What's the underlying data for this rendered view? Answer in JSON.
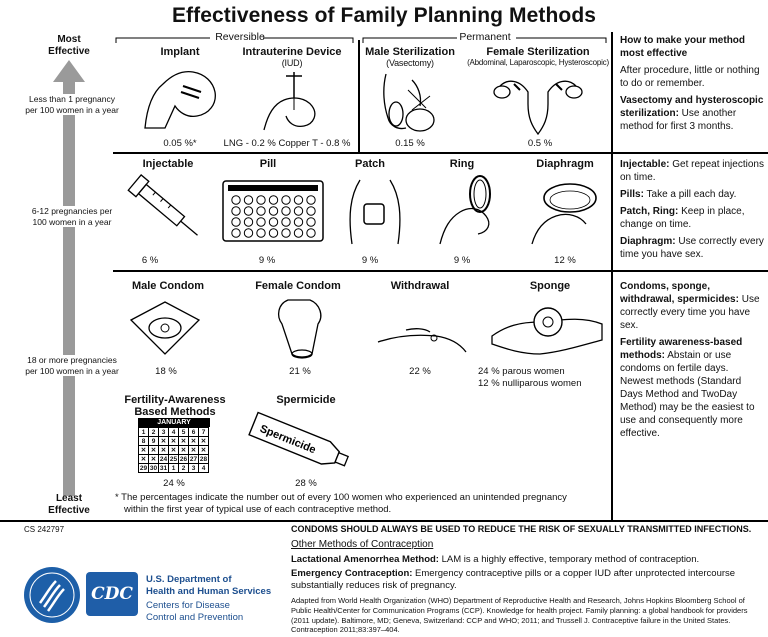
{
  "title": "Effectiveness of Family Planning Methods",
  "axis": {
    "top": [
      "Most",
      "Effective"
    ],
    "bottom": [
      "Least",
      "Effective"
    ],
    "tier1": [
      "Less than 1 pregnancy",
      "per 100 women in a year"
    ],
    "tier2": [
      "6-12 pregnancies per",
      "100 women in a year"
    ],
    "tier3": [
      "18 or more pregnancies",
      "per 100 women in a year"
    ]
  },
  "groups": {
    "reversible": "Reversible",
    "permanent": "Permanent"
  },
  "row1": {
    "implant": {
      "name": "Implant",
      "pct": "0.05 %*"
    },
    "iud": {
      "name": "Intrauterine Device",
      "sub": "(IUD)",
      "pct": "LNG - 0.2 %  Copper T - 0.8 %"
    },
    "male_ster": {
      "name": "Male Sterilization",
      "sub": "(Vasectomy)",
      "pct": "0.15 %"
    },
    "female_ster": {
      "name": "Female Sterilization",
      "sub": "(Abdominal, Laparoscopic, Hysteroscopic)",
      "pct": "0.5 %"
    }
  },
  "row2": {
    "injectable": {
      "name": "Injectable",
      "pct": "6 %"
    },
    "pill": {
      "name": "Pill",
      "pct": "9 %"
    },
    "patch": {
      "name": "Patch",
      "pct": "9 %"
    },
    "ring": {
      "name": "Ring",
      "pct": "9 %"
    },
    "diaphragm": {
      "name": "Diaphragm",
      "pct": "12 %"
    }
  },
  "row3": {
    "male_condom": {
      "name": "Male Condom",
      "pct": "18 %"
    },
    "female_condom": {
      "name": "Female Condom",
      "pct": "21 %"
    },
    "withdrawal": {
      "name": "Withdrawal",
      "pct": "22 %"
    },
    "sponge": {
      "name": "Sponge",
      "pct1": "24 % parous women",
      "pct2": "12 % nulliparous women"
    },
    "fam": {
      "name1": "Fertility-Awareness",
      "name2": "Based Methods",
      "pct": "24 %",
      "calendar_month": "JANUARY"
    },
    "spermicide": {
      "name": "Spermicide",
      "pct": "28 %",
      "tube_label": "Spermicide"
    }
  },
  "footnote": [
    "* The percentages indicate the number out of every 100 women who experienced an unintended pregnancy",
    "within the first year of typical use of each contraceptive method."
  ],
  "side1": {
    "head": "How to make your method most effective",
    "p1": "After procedure, little or nothing to do or remember.",
    "p2_bold": "Vasectomy and hysteroscopic sterilization:",
    "p2": " Use another method for first 3 months."
  },
  "side2": {
    "inj_b": "Injectable:",
    "inj": " Get repeat injections on time.",
    "pill_b": "Pills:",
    "pill": " Take a pill each day.",
    "patch_b": "Patch, Ring:",
    "patch": " Keep in place, change on time.",
    "dia_b": "Diaphragm:",
    "dia": " Use correctly every time you have sex."
  },
  "side3": {
    "c_b": "Condoms, sponge, withdrawal, spermicides:",
    "c": " Use correctly every time you have sex.",
    "f_b": "Fertility awareness-based methods:",
    "f": " Abstain or use condoms on fertile days. Newest methods (Standard Days Method and TwoDay Method) may be the easiest to use and consequently more effective."
  },
  "bottom": {
    "cs": "CS 242797",
    "warning": "CONDOMS SHOULD ALWAYS BE USED TO REDUCE THE RISK OF SEXUALLY TRANSMITTED INFECTIONS.",
    "other": "Other Methods of Contraception",
    "lam_b": "Lactational Amenorrhea Method:",
    "lam": " LAM is a highly effective, temporary method of contraception.",
    "ec_b": "Emergency Contraception:",
    "ec": " Emergency contraceptive pills or a copper IUD after unprotected intercourse substantially reduces risk of pregnancy.",
    "cite": "Adapted from World Health Organization (WHO) Department of Reproductive Health and Research, Johns Hopkins Bloomberg School of Public Health/Center for Communication Programs (CCP). Knowledge for health project. Family planning: a global handbook for providers (2011 update). Baltimore, MD; Geneva, Switzerland: CCP and WHO; 2011; and Trussell J. Contraceptive failure in the United States. Contraception 2011;83:397–404."
  },
  "logo": {
    "hhs1": "U.S. Department of",
    "hhs2": "Health and Human Services",
    "cdc1": "Centers for Disease",
    "cdc2": "Control and Prevention",
    "cdc_mark": "CDC"
  },
  "colors": {
    "arrow": "#9a9a9a",
    "hhs_blue": "#1d5fa8",
    "cdc_blue": "#1f5ea8"
  }
}
